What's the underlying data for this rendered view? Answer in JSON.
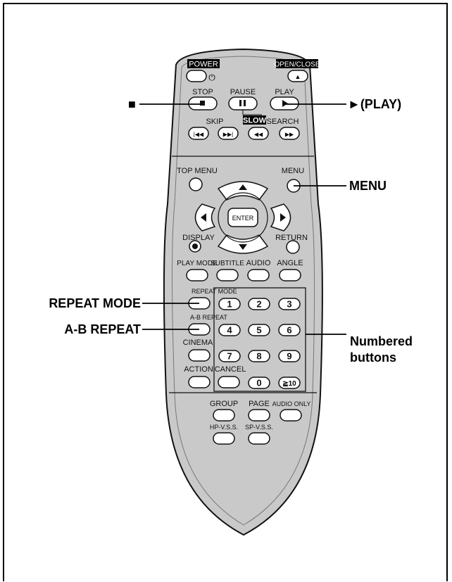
{
  "remote": {
    "power": "POWER",
    "open_close": "OPEN/CLOSE",
    "stop": "STOP",
    "pause": "PAUSE",
    "play": "PLAY",
    "skip": "SKIP",
    "slow": "SLOW",
    "search": "/SEARCH",
    "top_menu": "TOP MENU",
    "menu": "MENU",
    "enter": "ENTER",
    "display": "DISPLAY",
    "return": "RETURN",
    "play_mode": "PLAY MODE",
    "subtitle": "SUBTITLE",
    "audio": "AUDIO",
    "angle": "ANGLE",
    "repeat_mode": "REPEAT MODE",
    "ab_repeat": "A-B REPEAT",
    "cinema": "CINEMA",
    "action": "ACTION",
    "cancel": "CANCEL",
    "group": "GROUP",
    "page": "PAGE",
    "audio_only": "AUDIO ONLY",
    "hp_vss": "HP-V.S.S.",
    "sp_vss": "SP-V.S.S.",
    "digits": [
      "1",
      "2",
      "3",
      "4",
      "5",
      "6",
      "7",
      "8",
      "9",
      "0",
      "≧10"
    ]
  },
  "callouts": {
    "stop_symbol": "■",
    "play": "►(PLAY)",
    "menu": "MENU",
    "repeat_mode": "REPEAT MODE",
    "ab_repeat": "A-B REPEAT",
    "numbered_line1": "Numbered",
    "numbered_line2": "buttons"
  }
}
